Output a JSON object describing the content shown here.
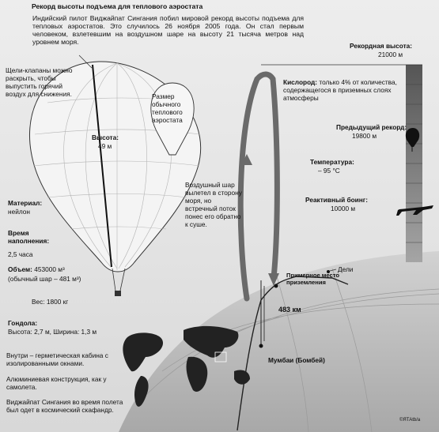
{
  "title": "Рекорд высоты подъема для теплового аэростата",
  "intro": "Индийский пилот Виджайпат Сингания побил мировой рекорд высоты подъема для тепловых аэростатов. Это случилось 26 ноября 2005 года. Он стал первым человеком, взлетевшим на воздушном шаре на высоту 21 тысяча метров над уровнем моря.",
  "balloon": {
    "vents_note": "Щели-клапаны можно раскрыть, чтобы выпустить горячий воздух для снижения.",
    "normal_size_note": "Размер обычного теплового аэростата",
    "height_label": "Высота:",
    "height_value": "49 м",
    "material_label": "Материал:",
    "material_value": "нейлон",
    "fill_time_label": "Время наполнения:",
    "fill_time_value": "2,5 часа",
    "volume_label": "Объем:",
    "volume_value": "453000 м³",
    "volume_normal": "(обычный шар – 481 м³)",
    "weight": "Вес: 1800 кг"
  },
  "gondola": {
    "label": "Гондола:",
    "dims": "Высота: 2,7 м, Ширина: 1,3 м",
    "note_inside": "Внутри – герметическая кабина с изолированными окнами.",
    "note_aluminum": "Алюминиевая конструкция, как у самолета.",
    "note_suit": "Виджайпат Сингания во время полета был одет в космический скафандр."
  },
  "altitude": {
    "record_label": "Рекордная высота:",
    "record_value": "21000 м",
    "oxygen_label": "Кислород:",
    "oxygen_text": "только 4% от количества, содержащегося в приземных слоях атмосферы",
    "previous_label": "Предыдущий рекорд:",
    "previous_value": "19800 м",
    "temperature_label": "Температура:",
    "temperature_value": "– 95 °С",
    "jet_label": "Реактивный боинг:",
    "jet_value": "10000 м"
  },
  "map": {
    "drift_note": "Воздушный шар вылетел в сторону моря, но встречный поток понес его обратно к суше.",
    "delhi": "Дели",
    "landing": "Примерное место приземления",
    "distance": "483 км",
    "mumbai": "Мумбаи (Бомбей)",
    "credit": "©ЯТАtb/a"
  },
  "colors": {
    "background": "#e6e6e6",
    "arrow": "#6a6a6a",
    "scale_dark": "#5a5a5a",
    "scale_light": "#9a9a9a",
    "globe": "#bcbcbc"
  }
}
